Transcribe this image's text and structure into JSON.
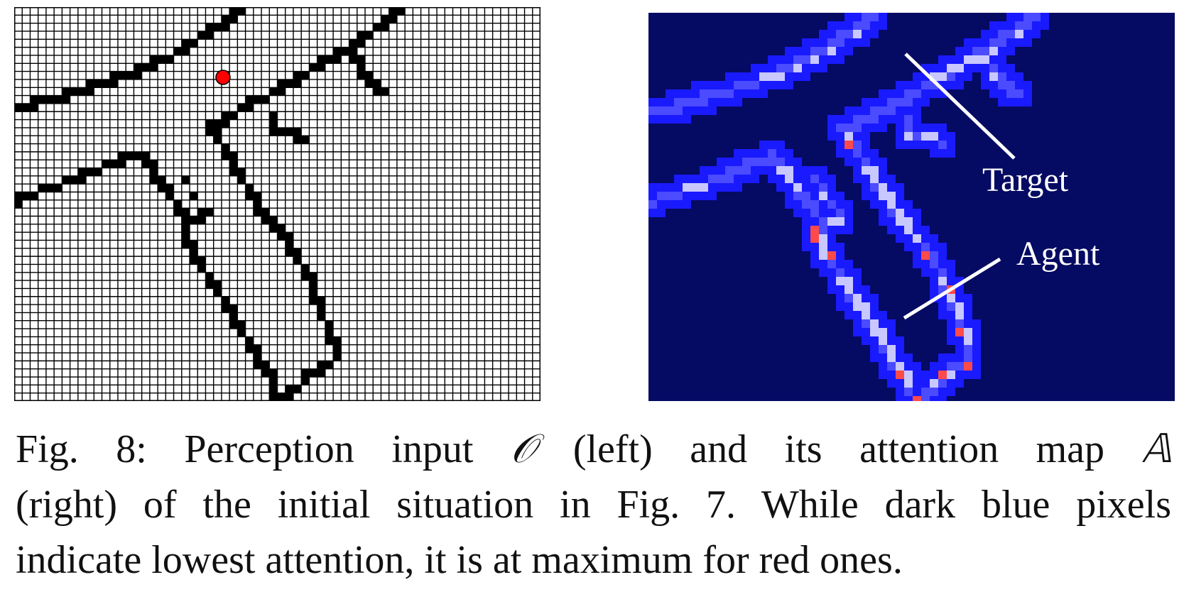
{
  "figure": {
    "left_panel": {
      "description_kind": "binary occupancy grid",
      "grid_cols": 66,
      "grid_rows": 49,
      "colors": {
        "background": "#ffffff",
        "gridline": "#000000",
        "occupied": "#000000",
        "agent_dot": "#ff0000"
      }
    },
    "right_panel": {
      "description_kind": "attention heatmap",
      "colors": {
        "background": "#050a63",
        "low": "#1a1aff",
        "mid": "#c8c8ff",
        "high": "#ff4a4a",
        "annotation": "#ffffff"
      },
      "annotations": {
        "target_label": "Target",
        "agent_label": "Agent"
      }
    }
  },
  "caption": {
    "line1_prefix": "Fig. 8: Perception input",
    "line1_symbol1": "𝒪",
    "line1_mid": "(left) and its attention map",
    "line1_symbol2": "𝔸",
    "line2": "(right) of the initial situation in Fig. 7. While dark blue pixels",
    "line3": "indicate lowest attention, it is at maximum for red ones."
  }
}
